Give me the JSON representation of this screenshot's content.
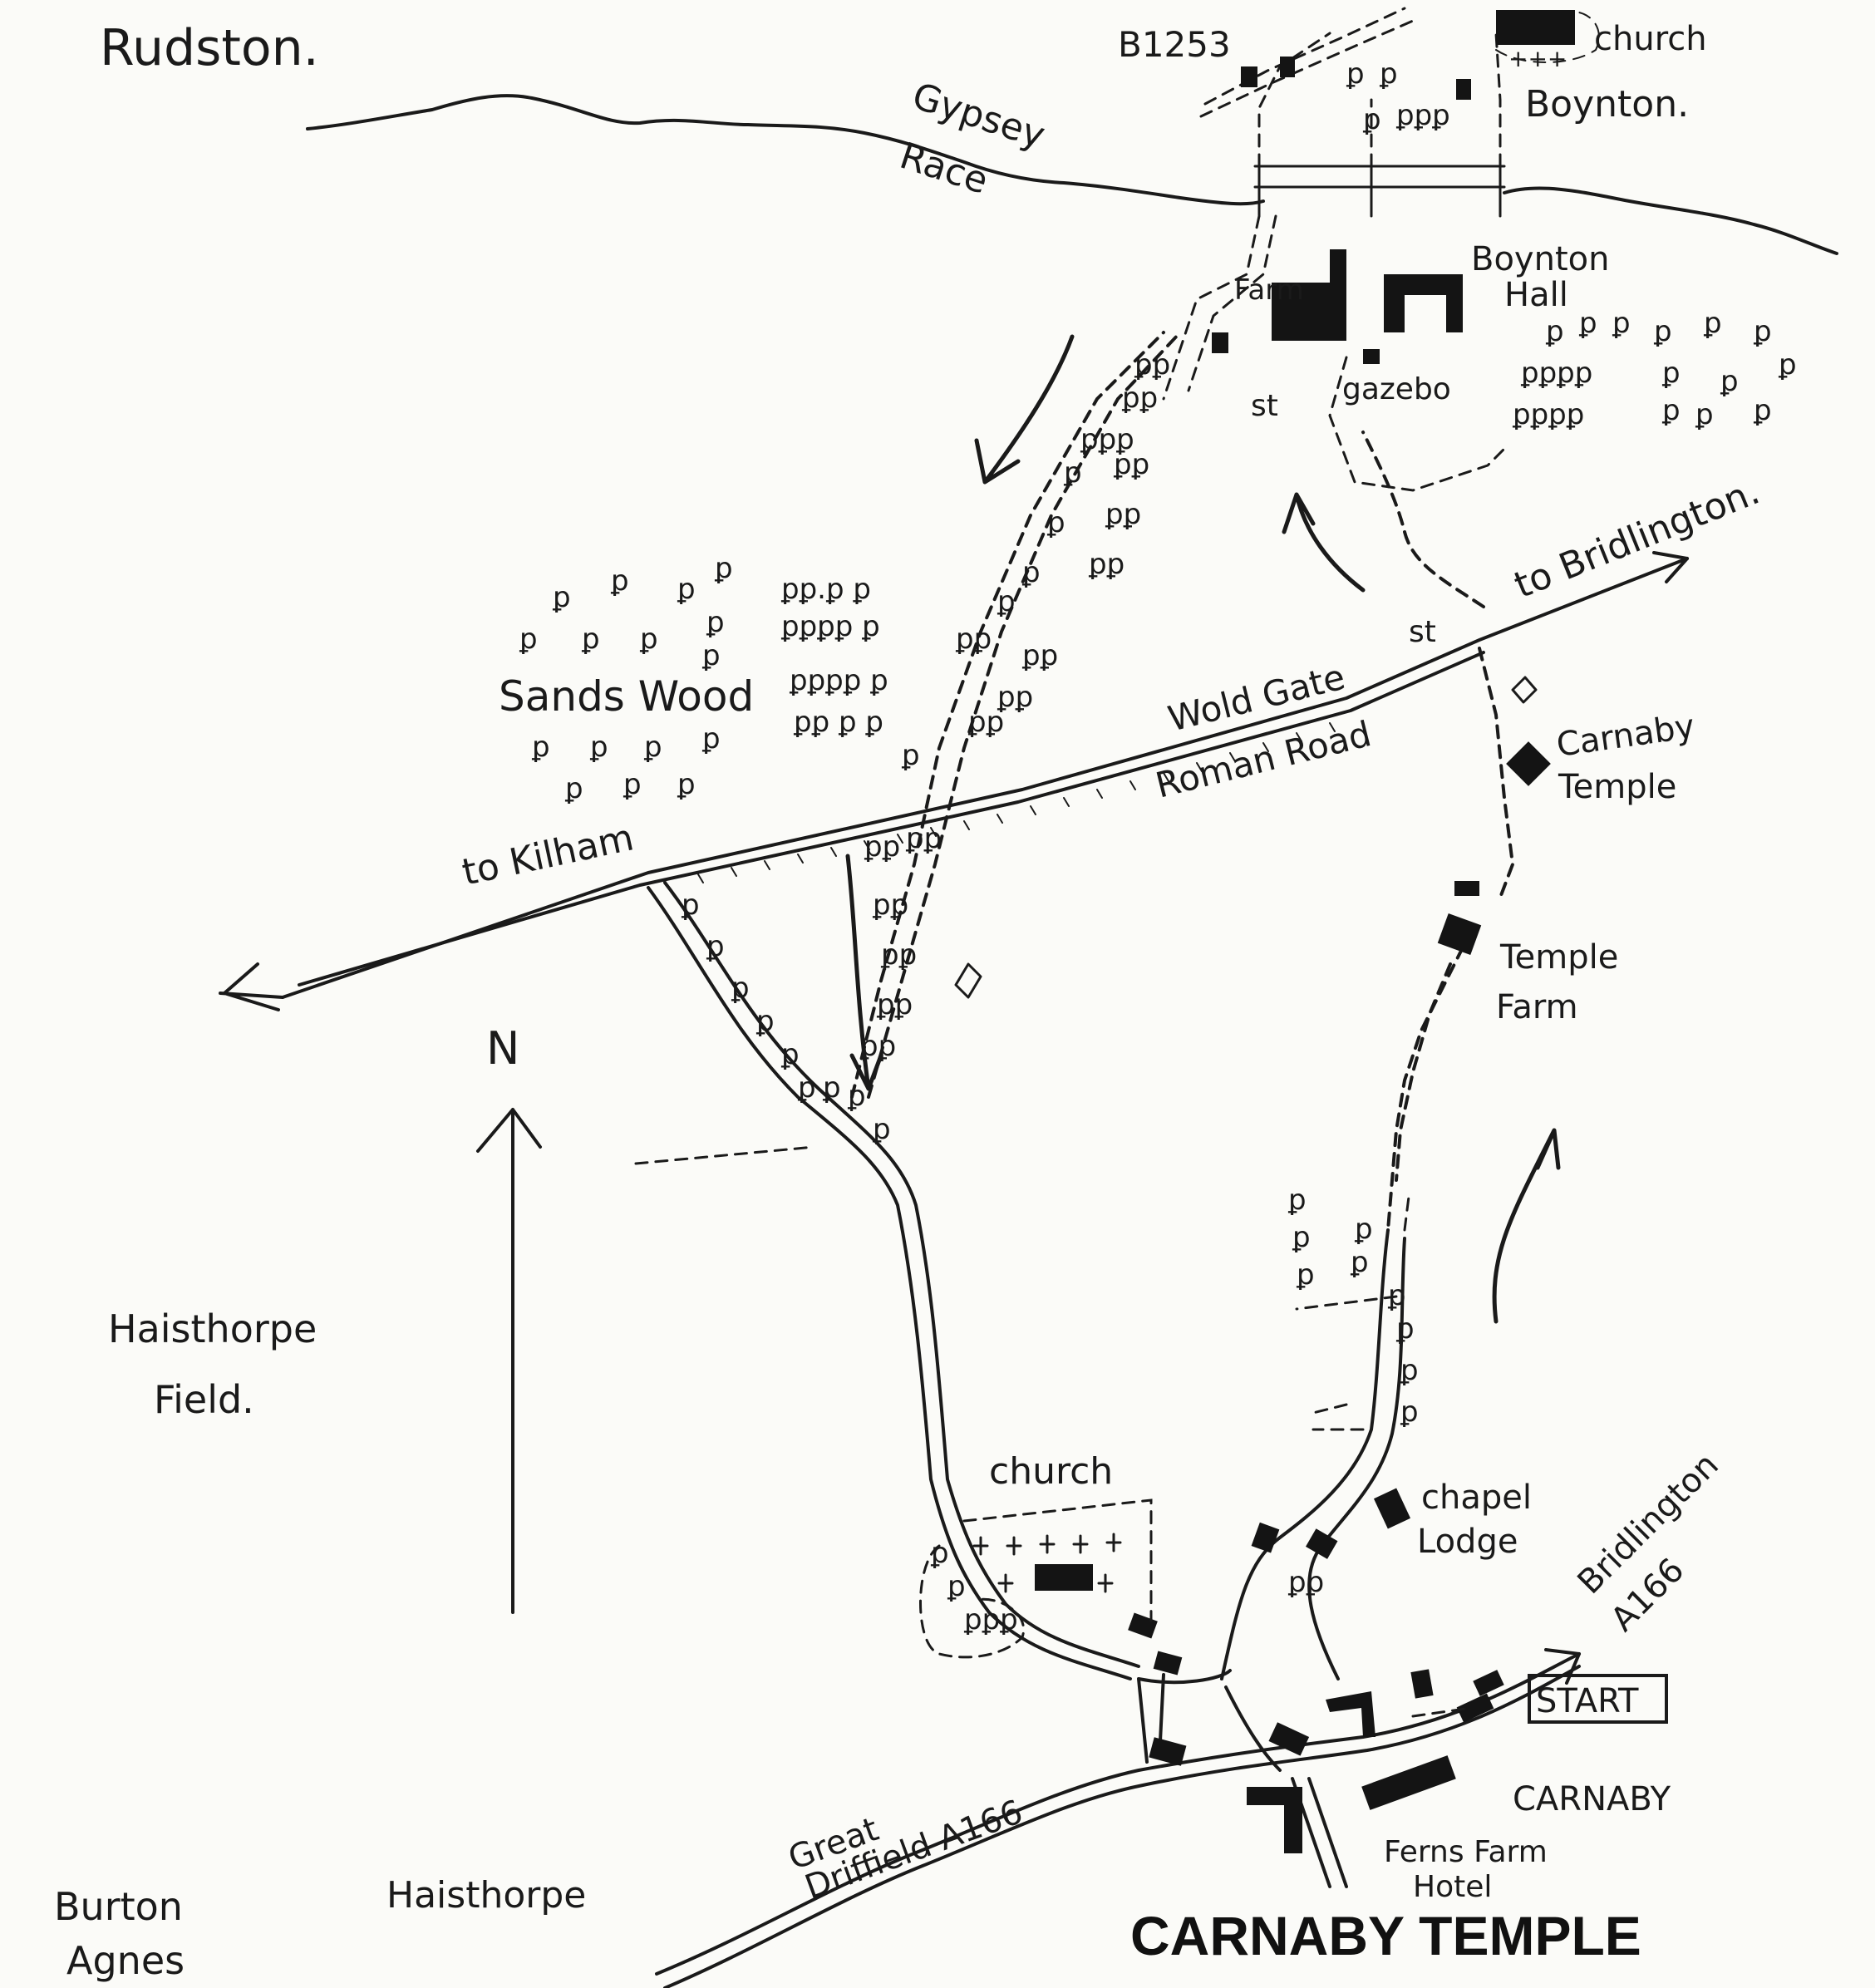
{
  "title": "CARNABY TEMPLE",
  "labels": {
    "rudston": "Rudston.",
    "b1253": "B1253",
    "church_boynton": "church",
    "boynton": "Boynton.",
    "gypsey": "Gypsey",
    "race": "Race",
    "boynton_hall_1": "Boynton",
    "boynton_hall_2": "Hall",
    "farm": "Farm",
    "gazebo": "gazebo",
    "st_north": "st",
    "st_east": "st",
    "to_bridlington": "to Bridlington.",
    "sands_wood": "Sands Wood",
    "wold_gate": "Wold Gate",
    "roman_road": "Roman Road",
    "carnaby_temple_1": "Carnaby",
    "carnaby_temple_2": "Temple",
    "to_kilham": "to Kilham",
    "temple_farm_1": "Temple",
    "temple_farm_2": "Farm",
    "north": "N",
    "haisthorpe_field_1": "Haisthorpe",
    "haisthorpe_field_2": "Field.",
    "church_carnaby": "church",
    "chapel_lodge_1": "chapel",
    "chapel_lodge_2": "Lodge",
    "bridlington_a166_1": "Bridlington",
    "bridlington_a166_2": "A166",
    "start": "START",
    "carnaby": "CARNABY",
    "great_driffield_1": "Great",
    "great_driffield_2": "Driffield A166",
    "ferns_farm_1": "Ferns Farm",
    "ferns_farm_2": "Hotel",
    "burton_agnes_1": "Burton",
    "burton_agnes_2": "Agnes",
    "haisthorpe": "Haisthorpe"
  },
  "symbols": {
    "tree": "ꝑ",
    "cross": "+"
  },
  "colors": {
    "ink": "#1a1a1a",
    "paper": "#fbfbf8"
  }
}
